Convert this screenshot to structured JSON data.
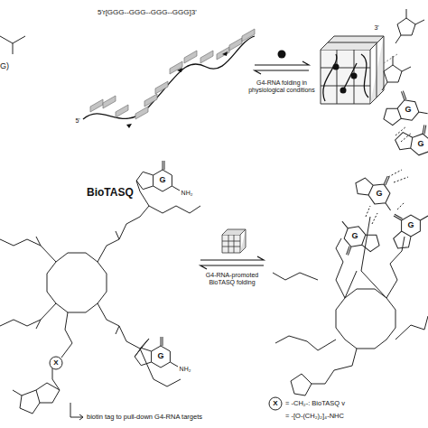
{
  "diagram": {
    "labels": [
      "G)",
      "5'r[GGG--GGG--GGG--GGG]3'",
      "5'",
      "G4-RNA folding in physiological conditions",
      "3'",
      "G",
      "G",
      "BioTASQ",
      "G",
      "NH₂",
      "G",
      "NH₂",
      "X",
      "biotin tag to pull-down G4-RNA targets",
      "G4-RNA-promoted BioTASQ folding",
      "G",
      "G",
      "G",
      "X",
      "= -CH₂-: BioTASQ v",
      "= -[O-(CH₂)₂]₄-NHC"
    ]
  }
}
